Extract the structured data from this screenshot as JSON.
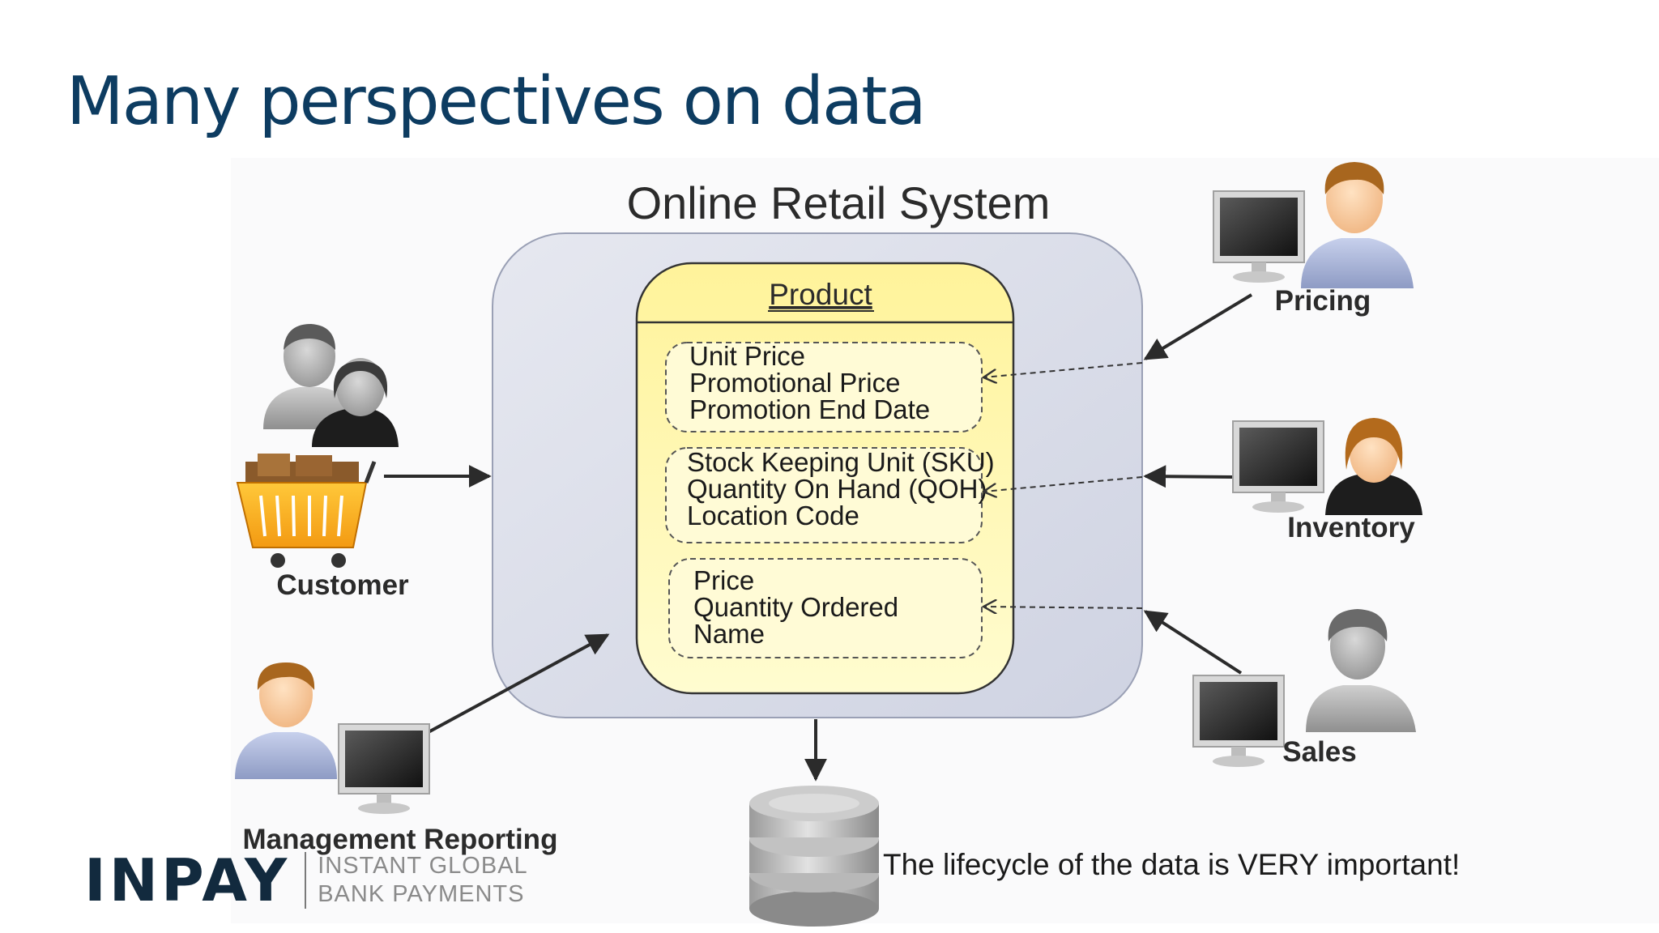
{
  "slide": {
    "title": "Many perspectives on data",
    "system_title": "Online Retail System",
    "product": {
      "heading": "Product",
      "groups": [
        {
          "name": "pricing-attributes",
          "lines": [
            "Unit Price",
            "Promotional Price",
            "Promotion End Date"
          ]
        },
        {
          "name": "inventory-attributes",
          "lines": [
            "Stock Keeping Unit (SKU)",
            "Quantity On Hand (QOH)",
            "Location Code"
          ]
        },
        {
          "name": "sales-attributes",
          "lines": [
            "Price",
            "Quantity Ordered",
            "Name"
          ]
        }
      ]
    },
    "actors": {
      "customer": "Customer",
      "management": "Management Reporting",
      "pricing": "Pricing",
      "inventory": "Inventory",
      "sales": "Sales"
    },
    "lifecycle_note": "The lifecycle of the data is VERY important!",
    "logo": {
      "word": "INPAY",
      "tagline_1": "INSTANT GLOBAL",
      "tagline_2": "BANK PAYMENTS"
    },
    "colors": {
      "title": "#0d3c61",
      "system_fill": "#d5d8e5",
      "product_fill": "#fff6a8",
      "arrow": "#2b2b2b"
    }
  }
}
